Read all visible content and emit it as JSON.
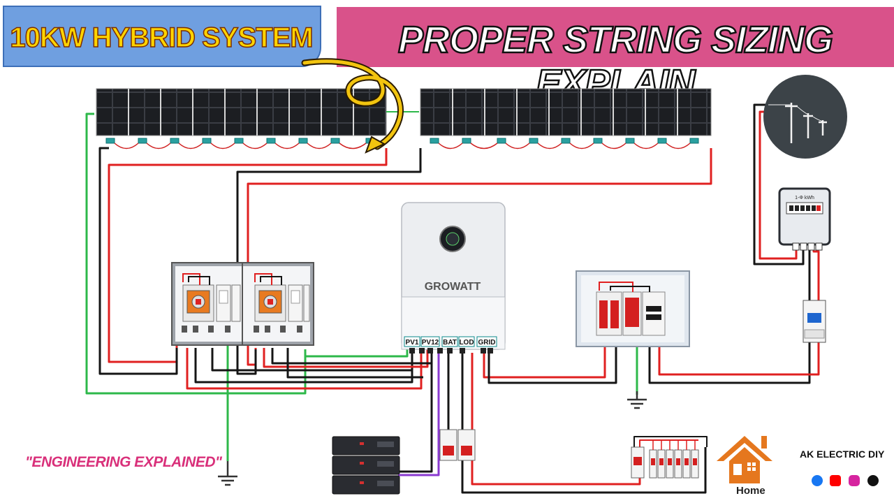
{
  "banner": {
    "left_title": "10KW HYBRID SYSTEM",
    "right_title": "PROPER STRING SIZING EXPLAIN"
  },
  "inverter": {
    "brand": "GROWATT",
    "ports": [
      "PV1",
      "PV12",
      "BAT",
      "LOD",
      "GRID"
    ]
  },
  "energy_meter": {
    "label": "1-Φ kWh"
  },
  "tagline": "\"ENGINEERING EXPLAINED\"",
  "channel": "AK ELECTRIC DIY",
  "home_label": "Home",
  "colors": {
    "live_wire": "#e02020",
    "neutral_wire": "#151515",
    "earth_wire": "#2db84a",
    "battery_wire": "#8a3ad0",
    "arrow": "#f2c40f",
    "banner_left": "#6f9fe0",
    "banner_right": "#d9528a"
  },
  "social_icons": [
    "facebook-icon",
    "youtube-icon",
    "instagram-icon",
    "tiktok-icon"
  ]
}
